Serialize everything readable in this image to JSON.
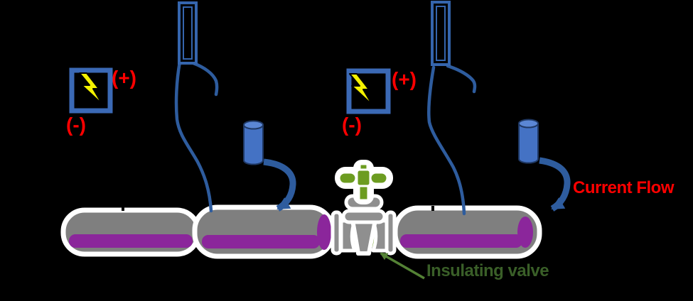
{
  "diagram": {
    "description": "Cathodic protection of a pipeline: two impressed-current power sources with anodes drive current to pipe sections separated by an insulating valve",
    "background_color": "#000000"
  },
  "labels": {
    "left_power_source": {
      "positive": "(+)",
      "negative": "(-)"
    },
    "right_power_source": {
      "positive": "(+)",
      "negative": "(-)"
    },
    "current_flow": "Current Flow",
    "insulating_valve": "Insulating valve"
  },
  "icons": {
    "lightning_bolt": "power-source symbol (yellow bolt in blue box)",
    "anode_cylinder": "blue cylinder anode",
    "curved_arrow": "current flow arrow into pipe",
    "valve": "green handwheel gate valve"
  },
  "colors": {
    "background": "#000000",
    "device_blue_fill": "#4472C4",
    "device_blue_light": "#5B87D5",
    "device_blue_dark": "#1F3864",
    "wire_blue": "#2E5C9E",
    "pole_blue": "#3565AD",
    "box_blue": "#3B69B5",
    "label_red": "#FF0000",
    "pipe_gray": "#7F7F7F",
    "pipe_bore_purple": "#8B269B",
    "valve_green": "#6C9C20",
    "callout_arrow_green": "#548235",
    "callout_text_green": "#3A5F28",
    "lightning_yellow": "#F5F200",
    "outline_white": "#FFFFFF"
  }
}
